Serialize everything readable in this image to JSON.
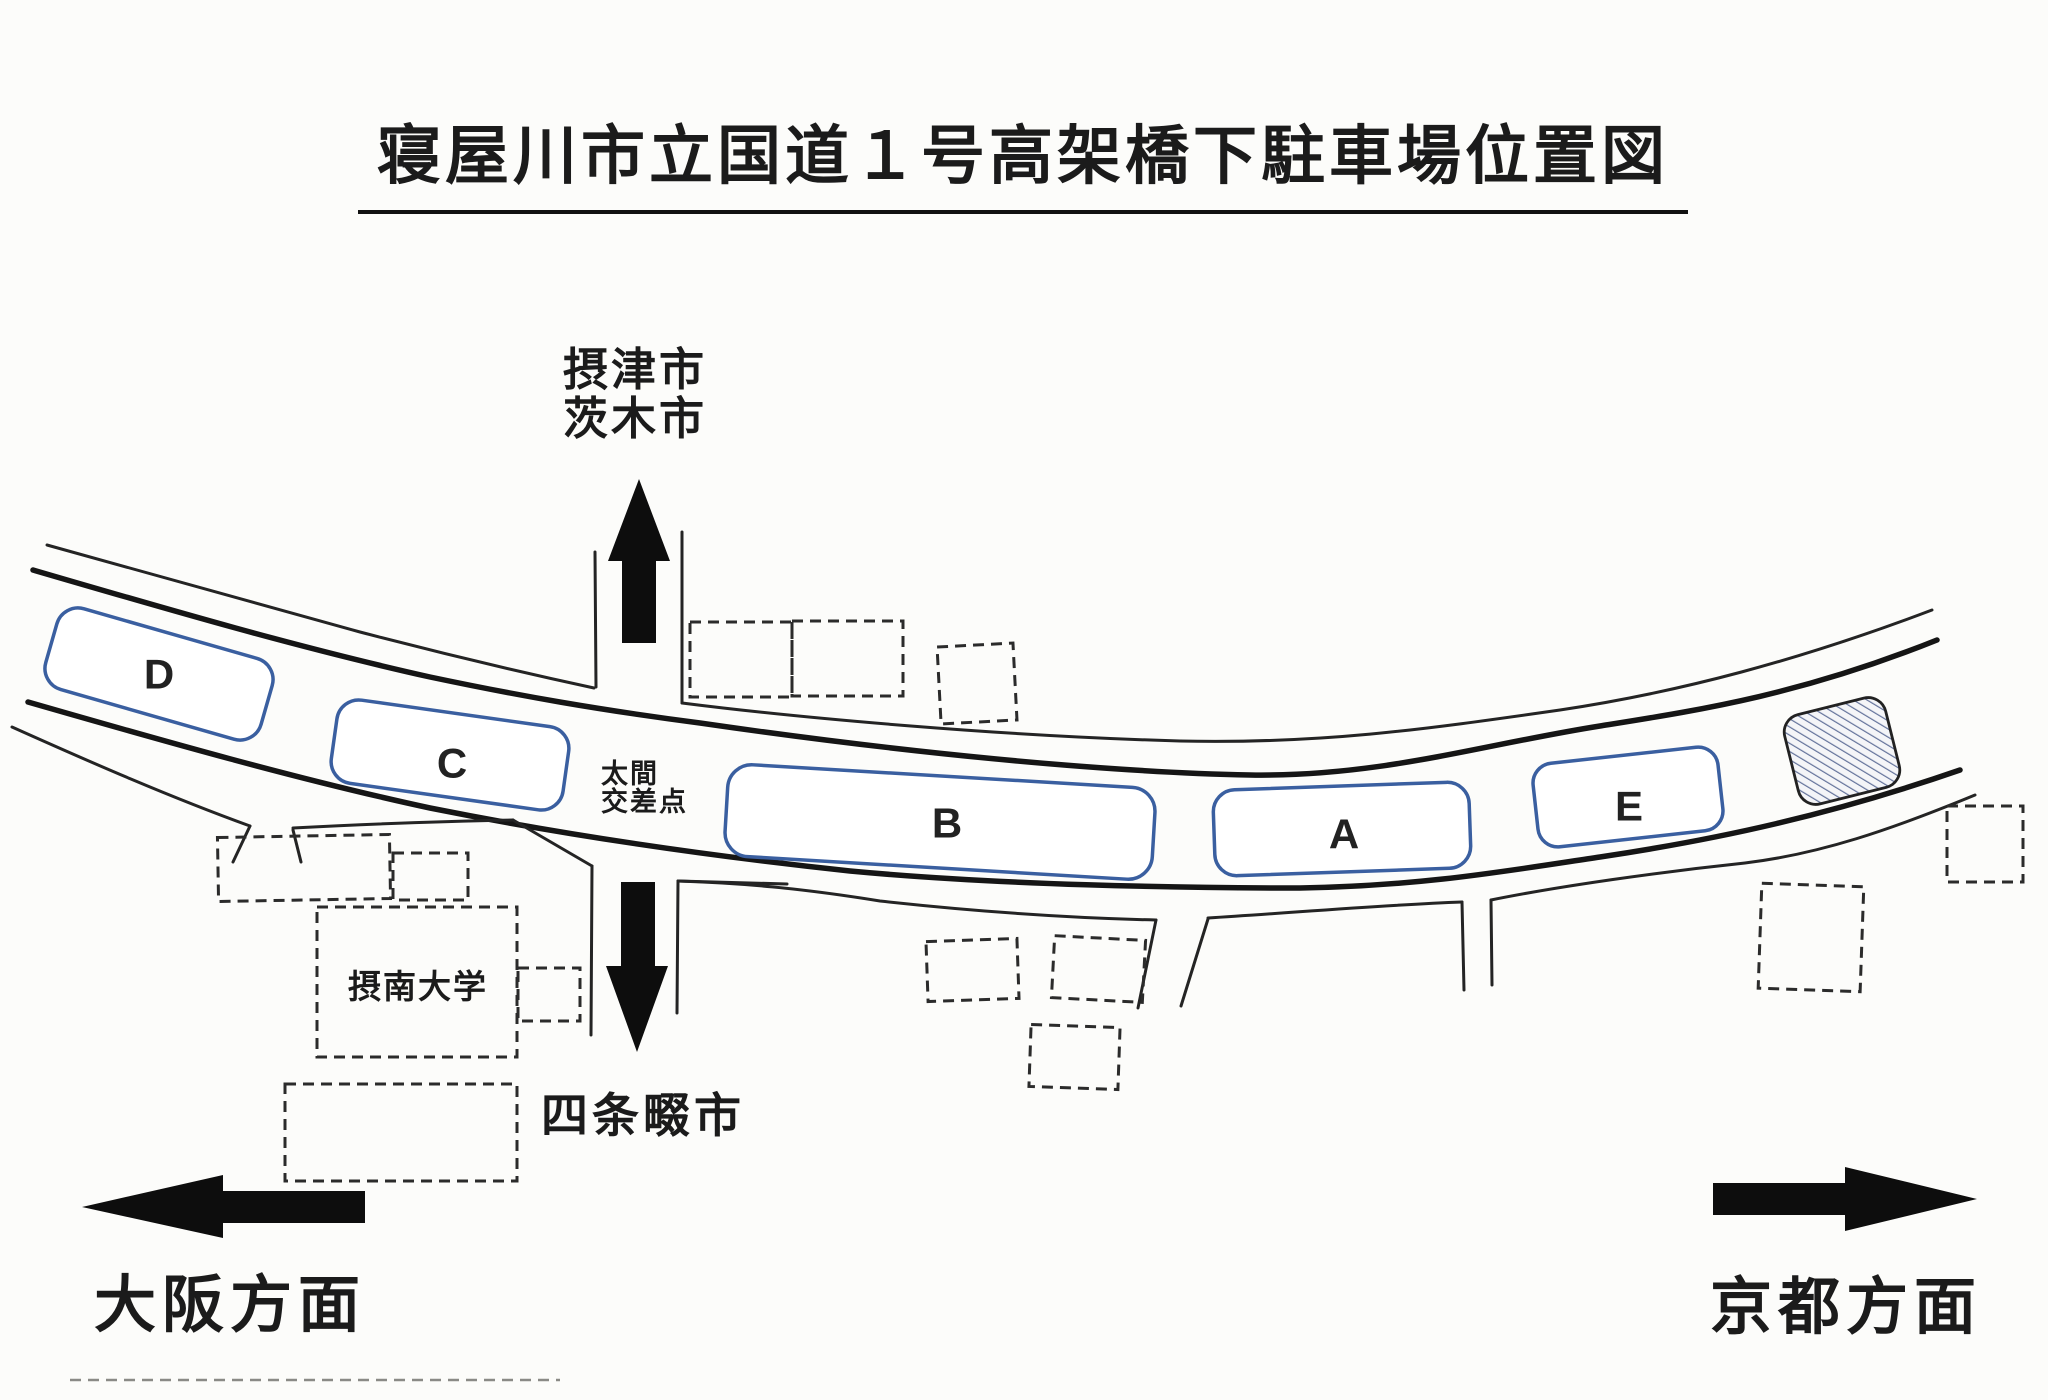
{
  "title": "寝屋川市立国道１号高架橋下駐車場位置図",
  "compass": {
    "north": {
      "line1": "摂津市",
      "line2": "茨木市"
    },
    "south": {
      "label": "四条畷市"
    },
    "west": {
      "label": "大阪方面"
    },
    "east": {
      "label": "京都方面"
    }
  },
  "intersection": {
    "line1": "太間",
    "line2": "交差点"
  },
  "landmarks": {
    "university": "摂南大学"
  },
  "parking": {
    "areas": [
      {
        "label": "D"
      },
      {
        "label": "C"
      },
      {
        "label": "B"
      },
      {
        "label": "A"
      },
      {
        "label": "E"
      }
    ]
  },
  "colors": {
    "parking_border": "#3a5fa0",
    "hatch_line": "#64739b",
    "line": "#1b1b1b"
  }
}
